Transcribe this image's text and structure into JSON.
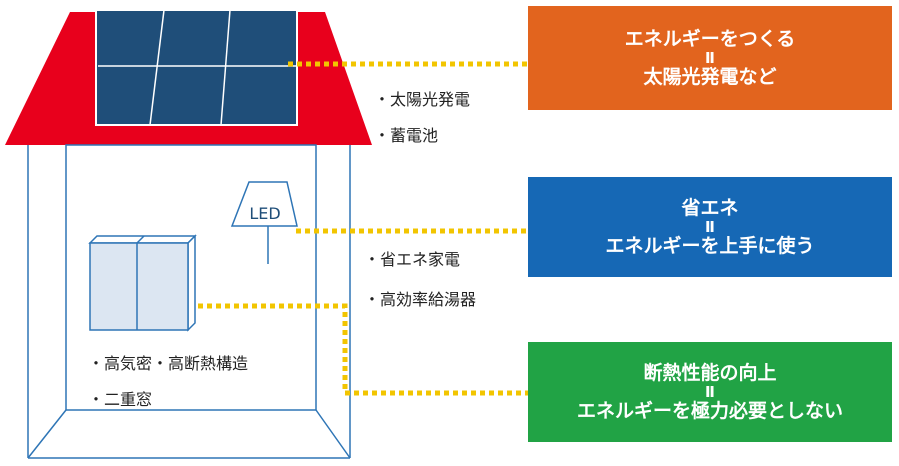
{
  "colors": {
    "roof": "#e8001c",
    "solar_panel": "#1f4e79",
    "line": "#2e75b6",
    "dotted": "#f2c500",
    "window_fill": "#dce6f2",
    "create_box": "#e2641e",
    "save_box": "#1668b5",
    "insulation_box": "#21a345"
  },
  "lamp": {
    "label": "LED"
  },
  "notes": {
    "solar": "・太陽光発電",
    "battery": "・蓄電池",
    "appliances": "・省エネ家電",
    "water_heater": "・高効率給湯器",
    "insulation_structure": "・高気密・高断熱構造",
    "double_window": "・二重窓"
  },
  "boxes": {
    "create": {
      "line1": "エネルギーをつくる",
      "eq": "Ⅱ",
      "line2": "太陽光発電など"
    },
    "save": {
      "line1": "省エネ",
      "eq": "Ⅱ",
      "line2": "エネルギーを上手に使う"
    },
    "insulation": {
      "line1": "断熱性能の向上",
      "eq": "Ⅱ",
      "line2": "エネルギーを極力必要としない"
    }
  }
}
